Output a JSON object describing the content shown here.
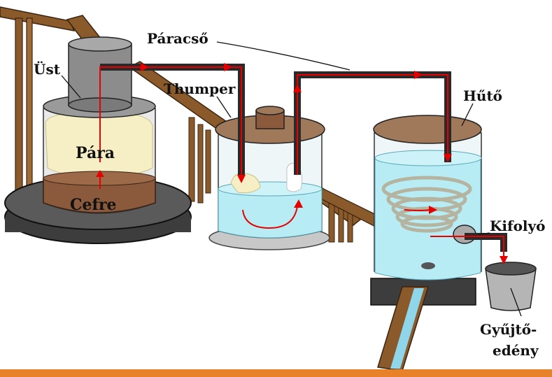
{
  "labels": {
    "ust": "Üst",
    "paracso": "Páracső",
    "thumper": "Thumper",
    "para": "Pára",
    "cefre": "Cefre",
    "huto": "Hűtő",
    "kifolyo": "Kifolyó",
    "gyujto_line1": "Gyűjtő-",
    "gyujto_line2": "edény"
  },
  "colors": {
    "flow_arrow": "#e60000",
    "pipe": "#2a2a2a",
    "wood": "#8b5a2b",
    "mash": "#8b5a3c",
    "lid": "#a0785a",
    "water": "#b8ecf4",
    "vapor": "#f6efc5",
    "bottom_bar": "#e8822a"
  }
}
